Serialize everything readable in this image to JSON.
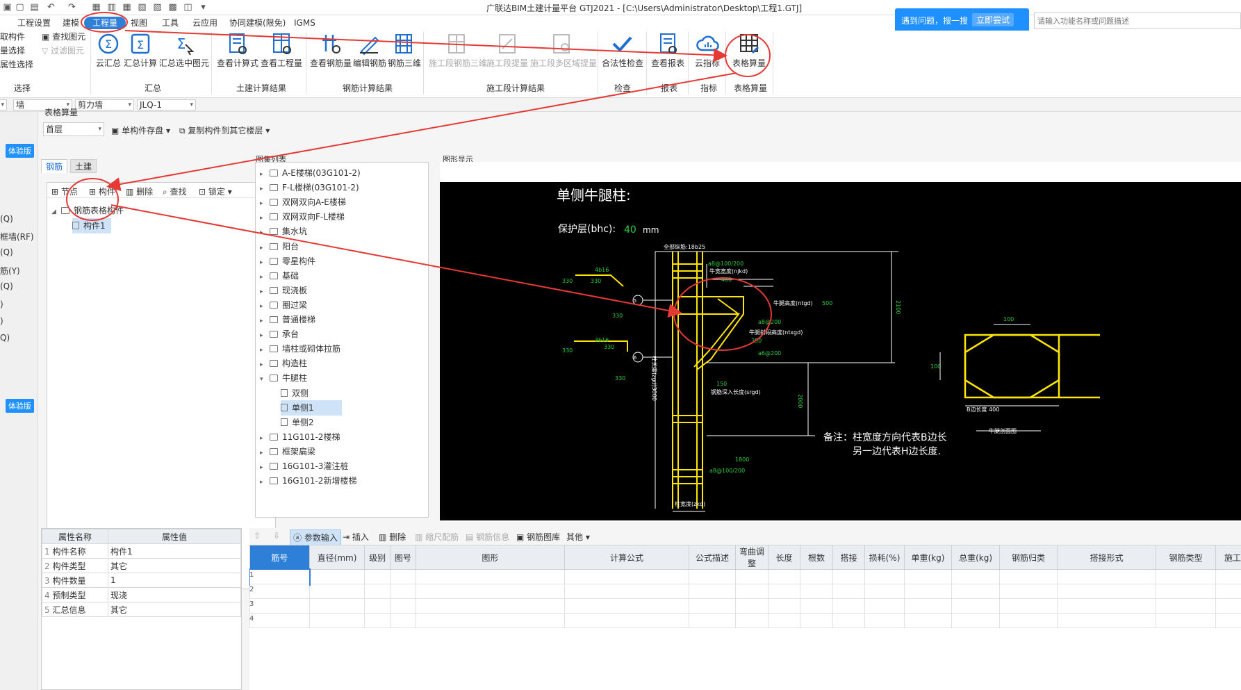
{
  "window": {
    "title": "广联达BIM土建计量平台 GTJ2021 - [C:\\Users\\Administrator\\Desktop\\工程1.GTJ]"
  },
  "menu": [
    "工程设置",
    "建模",
    "工程量",
    "视图",
    "工具",
    "云应用",
    "协同建模(限免)",
    "IGMS"
  ],
  "help": {
    "text": "遇到问题，搜一搜",
    "button": "立即尝试",
    "placeholder": "请输入功能名称或问题描述"
  },
  "ribbon": {
    "left_items": [
      "取构件",
      "量选择",
      "属性选择"
    ],
    "select_items": [
      "查找图元",
      "过滤图元"
    ],
    "group_select": "选择",
    "summary": [
      "云汇总",
      "汇总计算",
      "汇总选中图元"
    ],
    "group_summary": "汇总",
    "civil": [
      "查看计算式",
      "查看工程量"
    ],
    "group_civil": "土建计算结果",
    "rebar": [
      "查看钢筋量",
      "编辑钢筋",
      "钢筋三维"
    ],
    "group_rebar": "钢筋计算结果",
    "phase": [
      "施工段钢筋三维",
      "施工段提量",
      "施工段多区域提量"
    ],
    "group_phase": "施工段计算结果",
    "check": "合法性检查",
    "group_check": "检查",
    "report": "查看报表",
    "group_report": "报表",
    "cloud": "云指标",
    "group_index": "指标",
    "table_calc": "表格算量",
    "group_table": "表格算量"
  },
  "filters": [
    "墙",
    "剪力墙",
    "JLQ-1"
  ],
  "left_strip": [
    "体验版",
    "(Q)",
    "框墙(RF)",
    "(Q)",
    "筋(Y)",
    "(Q)",
    ")",
    ")",
    "Q)",
    "体验版"
  ],
  "panel": {
    "title": "表格算量",
    "floor": "首层",
    "save_btn": "单构件存盘",
    "copy_btn": "复制构件到其它楼层",
    "tabs": [
      "钢筋",
      "土建"
    ],
    "tree_toolbar": [
      "节点",
      "构件",
      "删除",
      "查找",
      "锁定"
    ],
    "tree_root": "钢筋表格构件",
    "tree_child": "构件1"
  },
  "atlas": {
    "title": "图集列表",
    "items": [
      "A-E楼梯(03G101-2)",
      "F-L楼梯(03G101-2)",
      "双网双向A-E楼梯",
      "双网双向F-L楼梯",
      "集水坑",
      "阳台",
      "零星构件",
      "基础",
      "现浇板",
      "圈过梁",
      "普通楼梯",
      "承台",
      "墙柱或砌体拉筋",
      "构造柱",
      "牛腿柱"
    ],
    "sub": [
      "双侧",
      "单侧1",
      "单侧2"
    ],
    "after": [
      "11G101-2楼梯",
      "框架扁梁",
      "16G101-3灌注桩",
      "16G101-2新增楼梯"
    ]
  },
  "drawing": {
    "title_label": "图形显示",
    "heading": "单侧牛腿柱:",
    "cover": "保护层(bhc):",
    "cover_val": "40",
    "cover_unit": "mm",
    "all_bars": "全部纵筋:18b25",
    "stirrup1": "a8@100/200",
    "corbel_width": "牛宽宽度(njkd)",
    "v400": "400",
    "corbel_height": "牛腿高度(ntgd)",
    "v500": "500",
    "stirrup2": "a8@200",
    "slope_height": "牛腿斜段高度(ntxgd)",
    "v350": "350",
    "stirrup3": "a6@200",
    "v150": "150",
    "anchor": "钢筋深入长度(srgd)",
    "col_height": "柱长度(zgd)3000",
    "v2100": "2100",
    "v2000": "2000",
    "v1800": "1800",
    "stirrup4": "a8@100/200",
    "col_width": "柱宽度(zkd)",
    "bar_4b16": "4b16",
    "bar_3b16": "3b16",
    "v330": "330",
    "c5": "5",
    "c6": "6",
    "note1": "备注：柱宽度方向代表B边长",
    "note2": "另一边代表H边长度.",
    "v100a": "100",
    "v100b": "100",
    "b_len": "B边长度 400",
    "section": "牛腿剖面图"
  },
  "props": {
    "headers": [
      "属性名称",
      "属性值"
    ],
    "rows": [
      [
        "构件名称",
        "构件1"
      ],
      [
        "构件类型",
        "其它"
      ],
      [
        "构件数量",
        "1"
      ],
      [
        "预制类型",
        "现浇"
      ],
      [
        "汇总信息",
        "其它"
      ]
    ]
  },
  "rebar_toolbar": [
    "参数输入",
    "插入",
    "删除",
    "缩尺配筋",
    "钢筋信息",
    "钢筋图库",
    "其他"
  ],
  "rebar_table": {
    "headers": [
      "筋号",
      "直径(mm)",
      "级别",
      "图号",
      "图形",
      "计算公式",
      "公式描述",
      "弯曲调整",
      "长度",
      "根数",
      "搭接",
      "损耗(%)",
      "单重(kg)",
      "总重(kg)",
      "钢筋归类",
      "搭接形式",
      "钢筋类型",
      "施工"
    ],
    "rows": [
      "1",
      "2",
      "3",
      "4"
    ]
  }
}
